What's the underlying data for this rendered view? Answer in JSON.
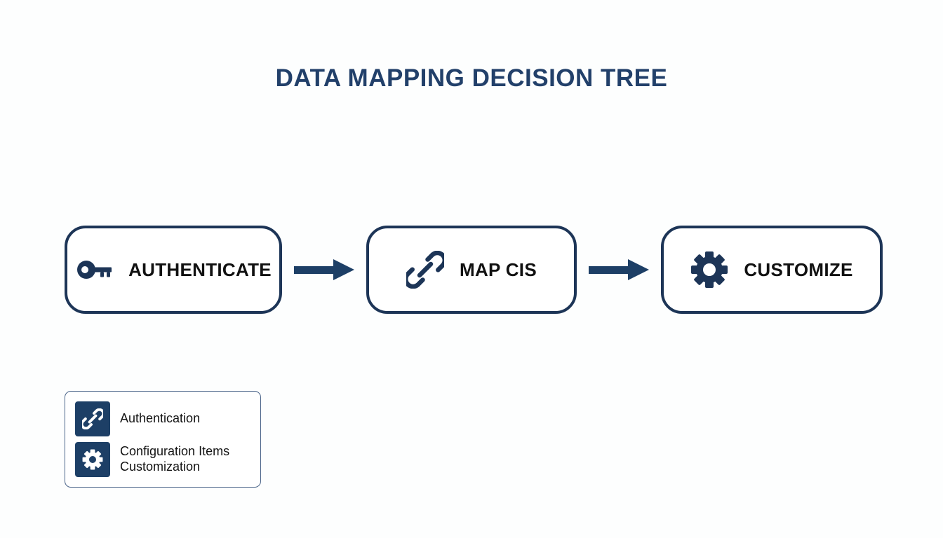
{
  "title": "DATA MAPPING DECISION TREE",
  "colors": {
    "navy_border": "#1d3557",
    "navy_title": "#22406a",
    "navy_tile": "#1d3f66",
    "arrow": "#1d3f66",
    "label_text": "#111111",
    "background": "#fdfefe"
  },
  "flow": {
    "nodes": [
      {
        "label": "AUTHENTICATE",
        "icon": "key-icon"
      },
      {
        "label": "MAP CIS",
        "icon": "link-icon"
      },
      {
        "label": "CUSTOMIZE",
        "icon": "gear-icon"
      }
    ],
    "arrows": [
      {
        "name": "arrow-authenticate-to-map-cis",
        "direction": "right"
      },
      {
        "name": "arrow-map-cis-to-customize",
        "direction": "right"
      }
    ]
  },
  "legend": {
    "items": [
      {
        "icon": "link-icon",
        "label": "Authentication"
      },
      {
        "icon": "gear-icon",
        "label": "Configuration Items Customization",
        "line1": "Configuration Items",
        "line2": "Customization"
      }
    ]
  }
}
